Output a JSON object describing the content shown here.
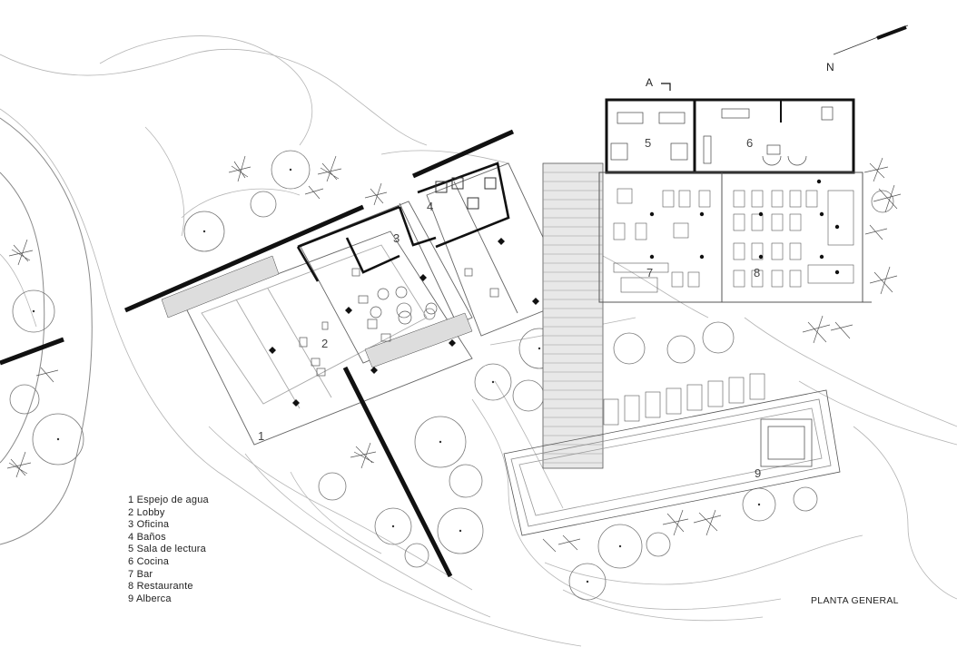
{
  "legend": [
    "1 Espejo de agua",
    "2 Lobby",
    "3 Oficina",
    "4 Baños",
    "5 Sala de lectura",
    "6 Cocina",
    "7 Bar",
    "8 Restaurante",
    "9 Alberca"
  ],
  "title": "PLANTA GENERAL",
  "north_label": "N",
  "section_label": "A",
  "room_numbers": [
    "1",
    "2",
    "3",
    "4",
    "5",
    "6",
    "7",
    "8",
    "9"
  ]
}
